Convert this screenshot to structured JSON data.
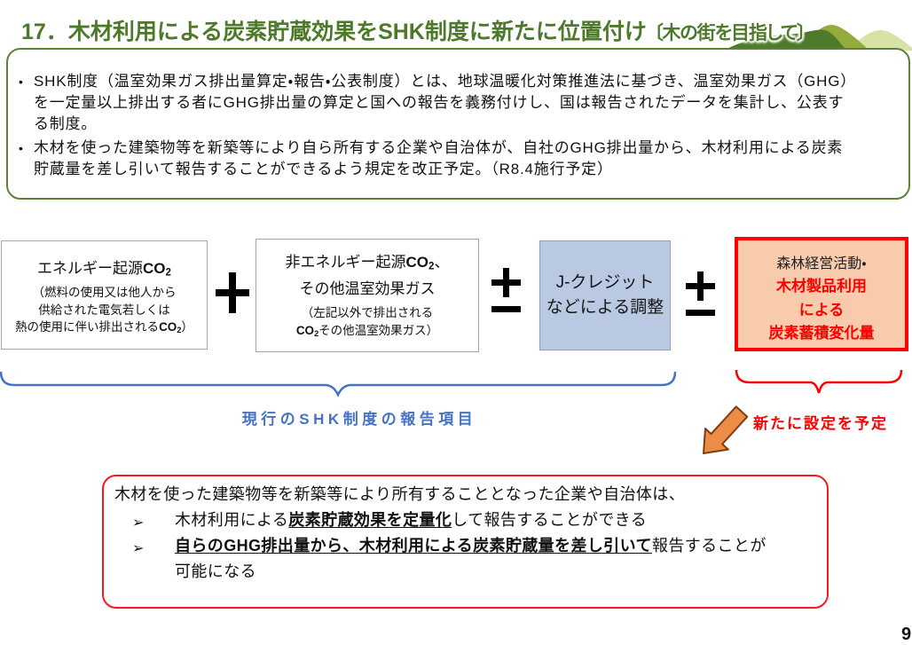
{
  "title": {
    "number": "17．",
    "text": "木材利用による炭素貯蔵効果をSHK制度に新たに位置付け",
    "subtitle": "〔木の街を目指して〕"
  },
  "summary_box": {
    "bullet_marker": "•",
    "bullets": [
      [
        "SHK制度（温室効果ガス排出量算定・報告・公表制度）とは、地球温暖化対策推進法に基づき、温室効果ガス（GHG）",
        "を一定量以上排出する者にGHG排出量の算定と国への報告を義務付けし、国は報告されたデータを集計し、公表す",
        "る制度。"
      ],
      [
        "木材を使った建築物等を新築等により自ら所有する企業や自治体が、自社のGHG排出量から、木材利用による炭素",
        "貯蔵量を差し引いて報告することができるよう規定を改正予定。（R8.4施行予定）"
      ]
    ]
  },
  "formula": {
    "operators": [
      "＋",
      "±",
      "±"
    ],
    "box_energy_co2": {
      "heading": [
        {
          "t": "エネルギー起源"
        },
        {
          "t": "CO",
          "b": 1
        },
        {
          "t": "2",
          "b": 1,
          "sub": 1
        }
      ],
      "note": [
        {
          "t": "（燃料の使用又は他人から\n供給された電気若しくは\n熱の使用に伴い排出される"
        },
        {
          "t": "CO",
          "b": 1
        },
        {
          "t": "2",
          "b": 1,
          "sub": 1
        },
        {
          "t": "）"
        }
      ]
    },
    "box_non_energy": {
      "heading": [
        {
          "t": "非エネルギー起源"
        },
        {
          "t": "CO",
          "b": 1
        },
        {
          "t": "2",
          "b": 1,
          "sub": 1
        },
        {
          "t": "、\nその他温室効果ガス"
        }
      ],
      "note": [
        {
          "t": "（左記以外で排出される\n"
        },
        {
          "t": "CO",
          "b": 1
        },
        {
          "t": "2",
          "b": 1,
          "sub": 1
        },
        {
          "t": "その他温室効果ガス）"
        }
      ]
    },
    "box_jcredit": {
      "lines": [
        "J-クレジット",
        "などによる調整"
      ]
    },
    "box_wood": {
      "line1": "森林経営活動・",
      "line2": "木材製品利用",
      "line3": "による",
      "line4": "炭素蓄積変化量"
    }
  },
  "braces": {
    "current_label": "現行のSHK制度の報告項目",
    "new_label": "新たに設定を予定"
  },
  "bottom_box": {
    "intro": "木材を使った建築物等を新築等により所有することとなった企業や自治体は、",
    "item_marker": "➢",
    "item1": [
      {
        "t": "木材利用による"
      },
      {
        "t": "炭素貯蔵効果を定量化",
        "b": 1,
        "u": 1
      },
      {
        "t": "して報告することができる"
      }
    ],
    "item2": [
      {
        "t": "自らのGHG排出量から、木材利用による炭素貯蔵量を差し引いて",
        "b": 1,
        "u": 1
      },
      {
        "t": "報告することが"
      }
    ],
    "item2_wrap": "可能になる"
  },
  "page": {
    "number": "9"
  },
  "colors": {
    "title_green": "#4d7a2a",
    "box_border_green": "#5b8336",
    "mountain_dark": "#4e7b2b",
    "mountain_mid": "#93ac3c",
    "mountain_light": "#d7e2a4",
    "accent_blue": "#4472c4",
    "accent_red": "#fe0000",
    "wood_box_fill": "#f8cbad",
    "jcredit_fill": "#b8c9e1",
    "arrow_orange_fill": "#ed8c46",
    "arrow_orange_stroke": "#7e3d10",
    "gray_border": "#a6a6a6"
  }
}
